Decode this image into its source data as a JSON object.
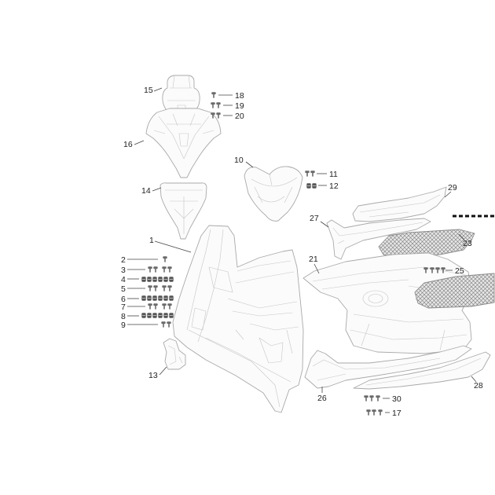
{
  "diagram": {
    "callouts": {
      "c1": "1",
      "c2": "2",
      "c3": "3",
      "c4": "4",
      "c5": "5",
      "c6": "6",
      "c7": "7",
      "c8": "8",
      "c9": "9",
      "c10": "10",
      "c11": "11",
      "c12": "12",
      "c13": "13",
      "c14": "14",
      "c15": "15",
      "c16": "16",
      "c17": "17",
      "c18": "18",
      "c19": "19",
      "c20": "20",
      "c21": "21",
      "c23": "23",
      "c25": "25",
      "c26": "26",
      "c27": "27",
      "c28": "28",
      "c29": "29",
      "c30": "30"
    },
    "colors": {
      "part_line": "#a9a9a9",
      "part_fill": "#fbfbfb",
      "leader": "#444444",
      "label": "#222222",
      "mesh_line": "#7a7a7a",
      "dash_marker": "#111111"
    }
  }
}
